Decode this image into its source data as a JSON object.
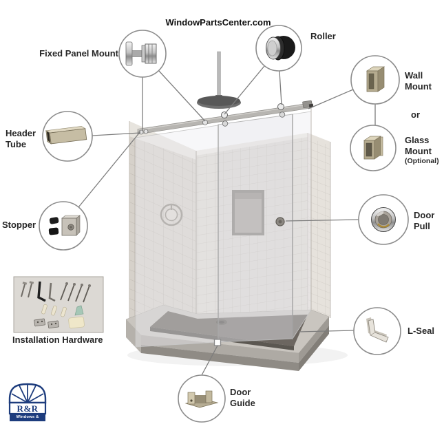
{
  "title": "WindowPartsCenter.com",
  "callouts": {
    "fixed_panel_mount": {
      "label": "Fixed Panel Mount"
    },
    "roller": {
      "label": "Roller"
    },
    "wall_mount": {
      "lines": [
        "Wall",
        "Mount"
      ]
    },
    "or_connector": "or",
    "glass_mount": {
      "lines": [
        "Glass",
        "Mount"
      ],
      "note": "(Optional)"
    },
    "header_tube": {
      "lines": [
        "Header",
        "Tube"
      ]
    },
    "stopper": {
      "label": "Stopper"
    },
    "door_pull": {
      "lines": [
        "Door",
        "Pull"
      ]
    },
    "installation_hardware": {
      "label": "Installation Hardware"
    },
    "l_seal": {
      "label": "L-Seal"
    },
    "door_guide": {
      "lines": [
        "Door",
        "Guide"
      ]
    }
  },
  "logo": {
    "name": "R&R",
    "tagline": "Windows & Doors"
  },
  "colors": {
    "label_text": "#272727",
    "leader_line": "#7d7d7d",
    "circle_stroke": "#8c8c8c",
    "logo_blue": "#1d3c7d",
    "header_bar": "#b7b5b1",
    "tray_dark": "#6c6660",
    "tile_wall": "#d6d1ca",
    "brass_mount": "#b5ab8f",
    "roller_black": "#1a1a1a"
  }
}
